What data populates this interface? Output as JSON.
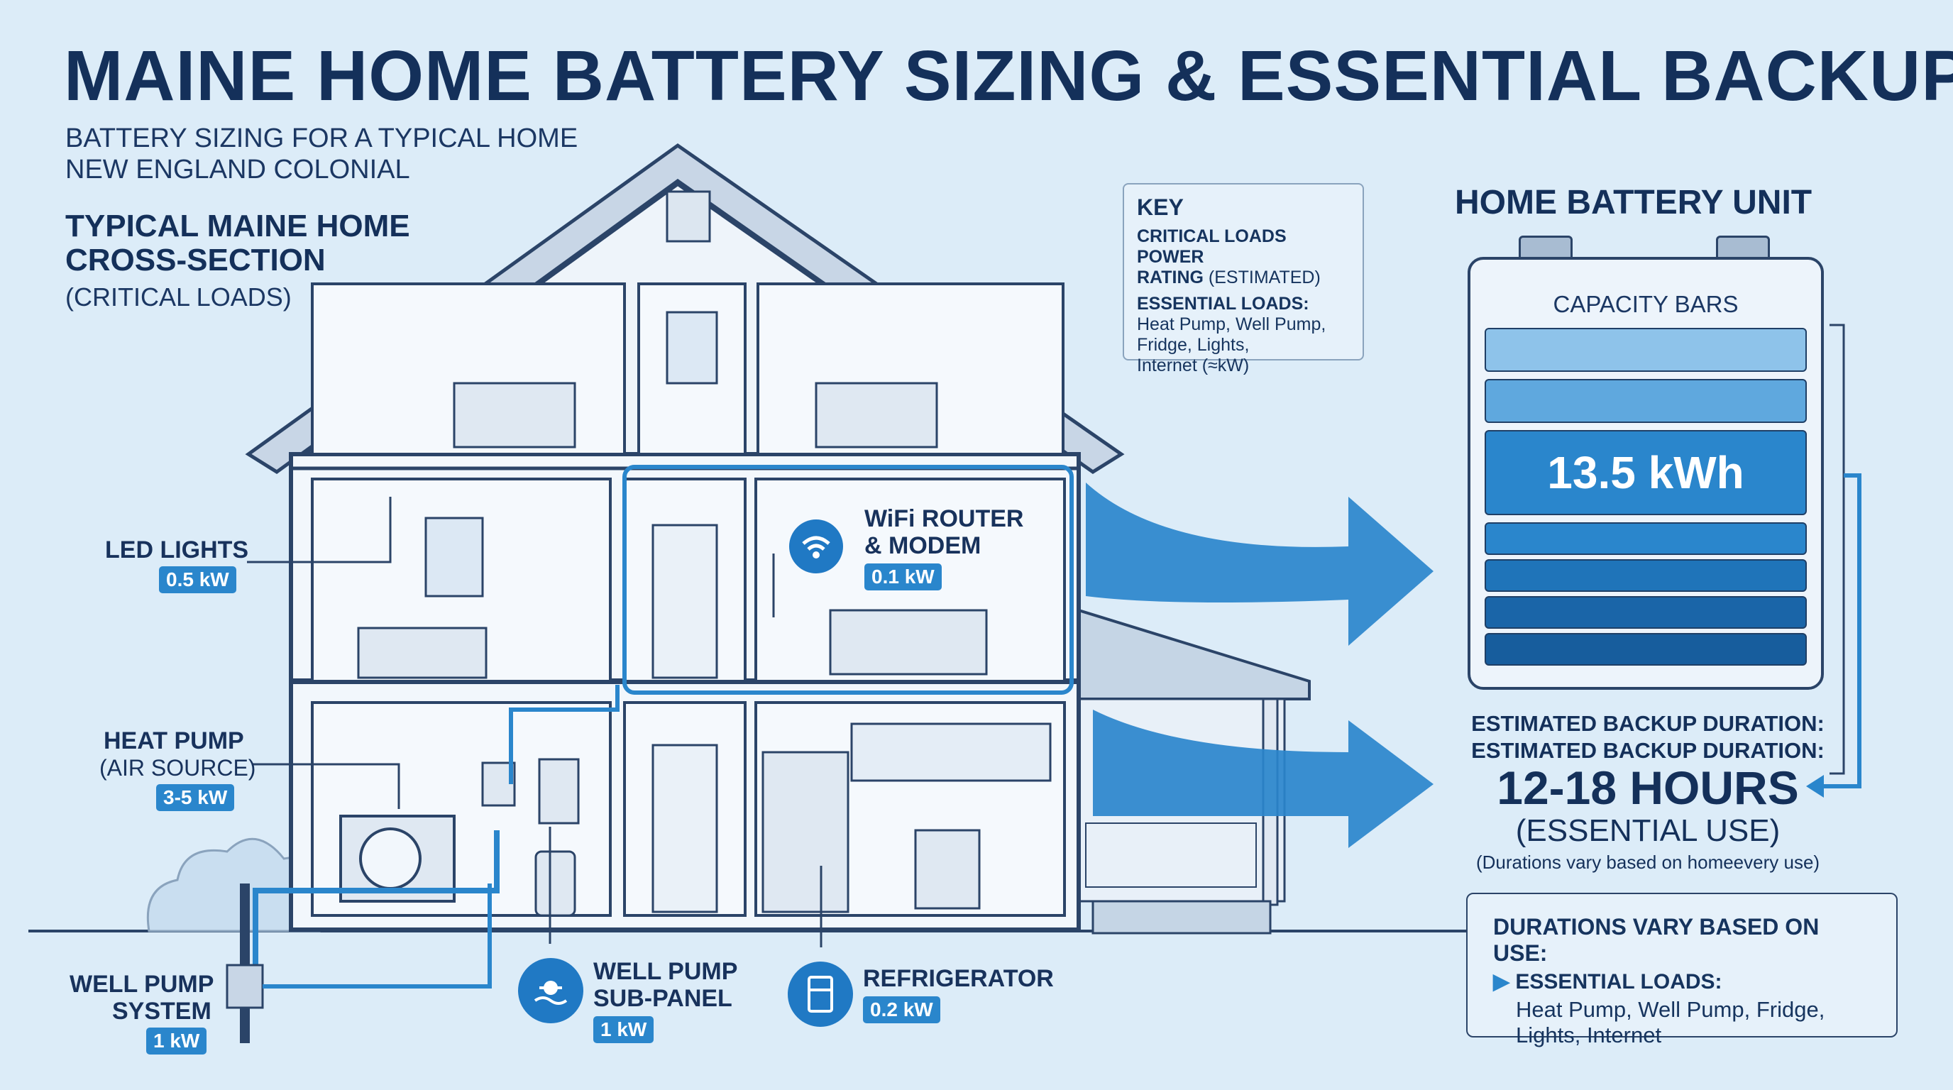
{
  "header": {
    "title": "MAINE HOME BATTERY SIZING & ESSENTIAL BACKUP",
    "subtitle_1": "BATTERY SIZING FOR A TYPICAL HOME",
    "subtitle_2": "NEW ENGLAND COLONIAL"
  },
  "section": {
    "heading_1": "TYPICAL MAINE HOME",
    "heading_2": "CROSS-SECTION",
    "sub": "(CRITICAL LOADS)"
  },
  "key": {
    "title": "KEY",
    "line1": "CRITICAL LOADS POWER",
    "line2_bold": "RATING",
    "line2_rest": " (ESTIMATED)",
    "essential_title": "ESSENTIAL LOADS:",
    "essential_1": "Heat Pump, Well Pump,",
    "essential_2": "Fridge, Lights,",
    "essential_3": "Internet (≈kW)"
  },
  "loads": {
    "led": {
      "label": "LED LIGHTS",
      "value": "0.5 kW"
    },
    "heat_pump": {
      "label": "HEAT PUMP",
      "sub": "(AIR SOURCE)",
      "value": "3-5 kW"
    },
    "well_pump": {
      "label_1": "WELL PUMP",
      "label_2": "SYSTEM",
      "value": "1 kW"
    },
    "wifi": {
      "label_1": "WiFi ROUTER",
      "label_2": "& MODEM",
      "value": "0.1 kW"
    },
    "subpanel": {
      "label_1": "WELL PUMP",
      "label_2": "SUB-PANEL",
      "value": "1 kW"
    },
    "fridge": {
      "label": "REFRIGERATOR",
      "value": "0.2 kW"
    }
  },
  "battery": {
    "heading": "HOME BATTERY UNIT",
    "capacity_label": "CAPACITY BARS",
    "capacity": "13.5 kWh"
  },
  "duration": {
    "line_1": "ESTIMATED BACKUP DURATION:",
    "line_2": "ESTIMATED BACKUP DURATION:",
    "hours": "12-18 HOURS",
    "use": "(ESSENTIAL USE)",
    "note": "(Durations vary based on homeevery use)"
  },
  "note_box": {
    "title": "DURATIONS VARY BASED ON USE:",
    "sub_title": "ESSENTIAL LOADS:",
    "text_1": "Heat Pump, Well Pump, Fridge,",
    "text_2": "Lights, Internet"
  },
  "colors": {
    "accent": "#2a86cc",
    "navy": "#14305a",
    "background": "#dcecf8"
  }
}
